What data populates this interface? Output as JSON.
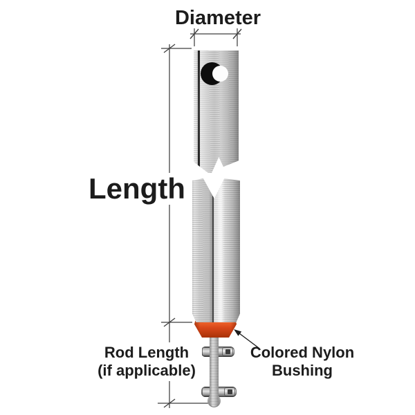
{
  "diagram": {
    "labels": {
      "diameter": "Diameter",
      "length": "Length",
      "rod_length_line1": "Rod Length",
      "rod_length_line2": "(if applicable)",
      "bushing_line1": "Colored Nylon",
      "bushing_line2": "Bushing"
    },
    "colors": {
      "background": "#ffffff",
      "text": "#1c1c1c",
      "line": "#3f3f3f",
      "bushing_orange": "#d9481a",
      "bushing_highlight": "#f2692f",
      "bushing_shadow": "#a83208",
      "metal_light": "#efefef",
      "metal_mid": "#c7c7c7",
      "metal_dark": "#8a8a8a",
      "hole": "#0d0d0d"
    }
  }
}
